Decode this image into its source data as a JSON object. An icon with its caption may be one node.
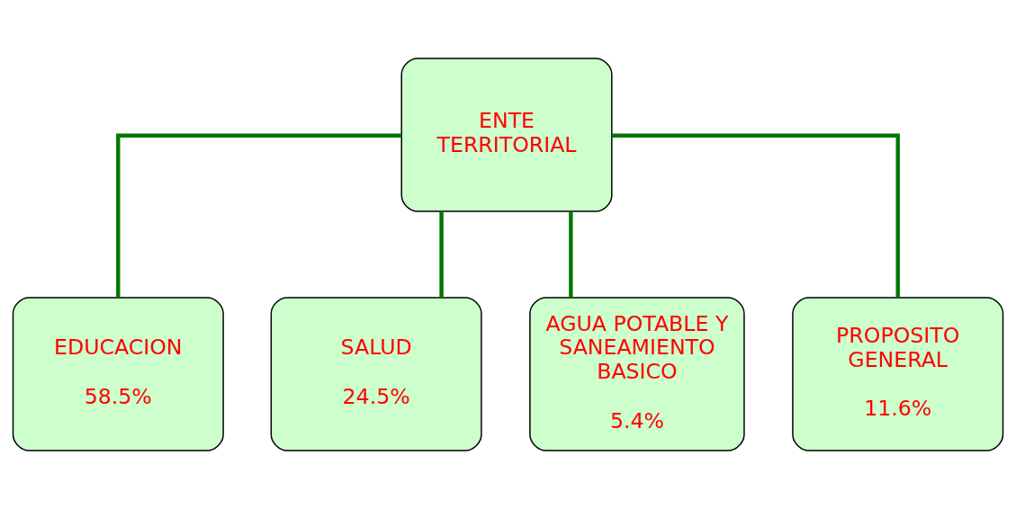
{
  "diagram": {
    "nodes": [
      {
        "text": [
          "ENTE TERRITORIAL"
        ]
      },
      {
        "text": [
          "EDUCACION",
          "58.5%"
        ]
      },
      {
        "text": [
          "SALUD",
          "24.5%"
        ]
      },
      {
        "text": [
          "AGUA POTABLE Y SANEAMIENTO BASICO",
          "5.4%"
        ]
      },
      {
        "text": [
          "PROPOSITO GENERAL",
          "11.6%"
        ]
      }
    ],
    "edges": [
      {
        "from": 0,
        "to": 1,
        "arrow": "none"
      },
      {
        "from": 0,
        "to": 2,
        "arrow": "none"
      },
      {
        "from": 0,
        "to": 3,
        "arrow": "none"
      },
      {
        "from": 0,
        "to": 4,
        "arrow": "none"
      }
    ]
  }
}
